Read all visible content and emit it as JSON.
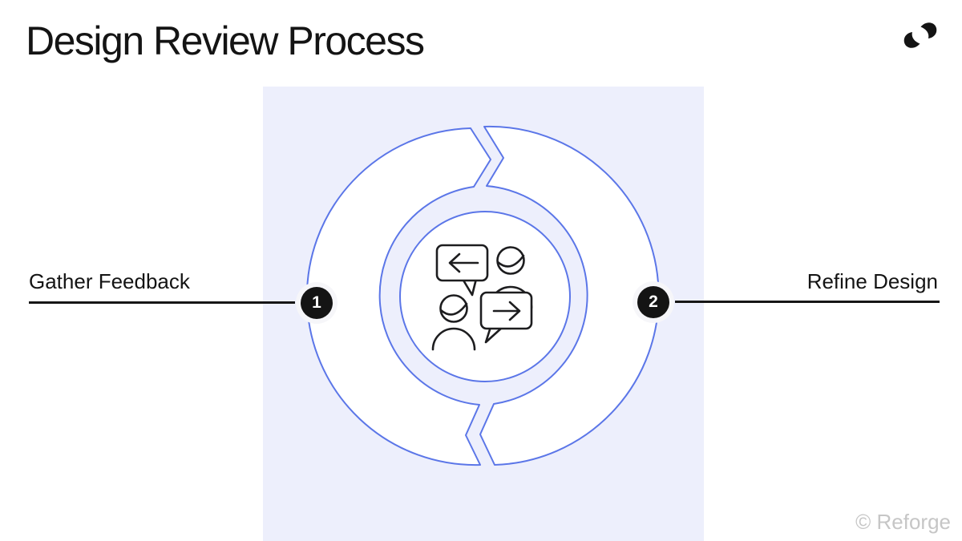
{
  "slide": {
    "title": "Design Review Process",
    "watermark": "© Reforge",
    "brand_logo": "reforge-logo"
  },
  "diagram": {
    "type": "cycle",
    "description": "Two-step iterative loop; two white arc segments with zigzag breaks around a central conversation icon",
    "steps": [
      {
        "number": "1",
        "label": "Gather Feedback",
        "side": "left"
      },
      {
        "number": "2",
        "label": "Refine Design",
        "side": "right"
      }
    ],
    "center_icon": "people-conversation-icon",
    "colors": {
      "accent_blue": "#5b76e8",
      "panel_lavender": "#edeffc",
      "band_white": "#ffffff",
      "badge_black": "#141414",
      "text_dark": "#141414",
      "icon_stroke": "#1d1d1f",
      "watermark_gray": "#c6c6c6"
    }
  }
}
